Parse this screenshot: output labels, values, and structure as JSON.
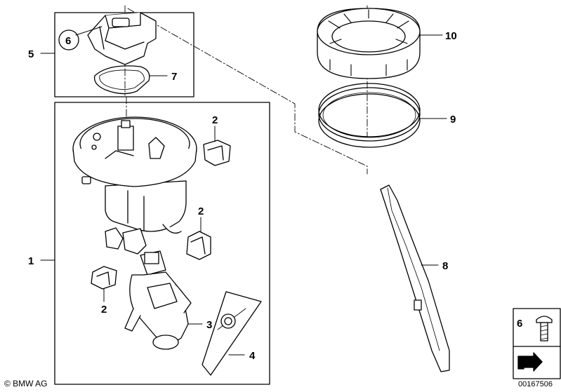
{
  "callouts": {
    "c1": "1",
    "c2a": "2",
    "c2b": "2",
    "c2c": "2",
    "c3": "3",
    "c4": "4",
    "c5": "5",
    "c6": "6",
    "c7": "7",
    "c8": "8",
    "c9": "9",
    "c10": "10",
    "c6legend": "6"
  },
  "footer": {
    "copyright": "© BMW AG",
    "image_number": "00167506"
  }
}
